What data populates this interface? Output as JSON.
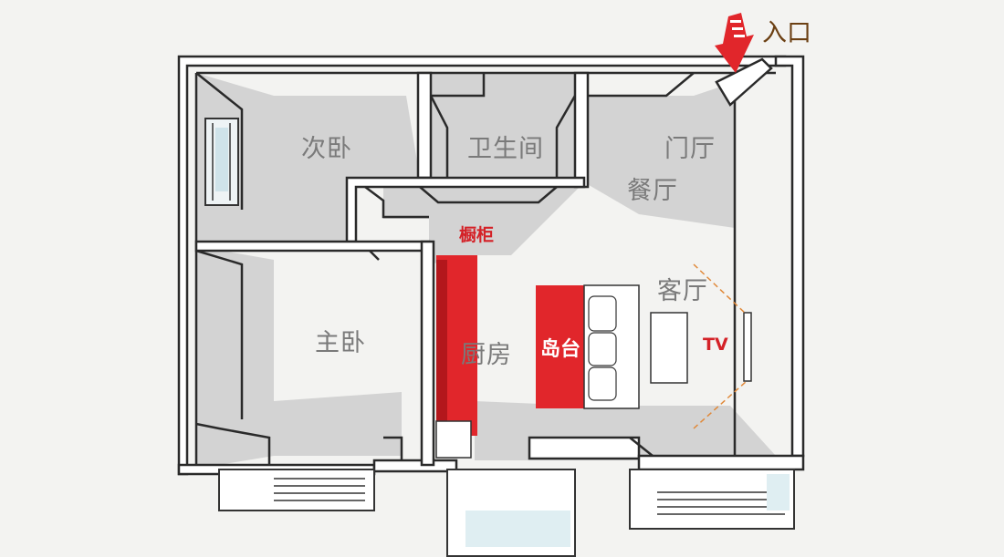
{
  "rooms": {
    "second_bedroom": "次卧",
    "bathroom": "卫生间",
    "foyer": "门厅",
    "dining": "餐厅",
    "cabinet": "橱柜",
    "living": "客厅",
    "master_bedroom": "主卧",
    "kitchen": "厨房",
    "island": "岛台",
    "tv": "TV"
  },
  "entrance": "入口",
  "colors": {
    "accent_red": "#e1262b",
    "entry_brown": "#6b3f12",
    "label_gray": "#7a7a7a",
    "shadow_gray": "#d3d3d3"
  }
}
